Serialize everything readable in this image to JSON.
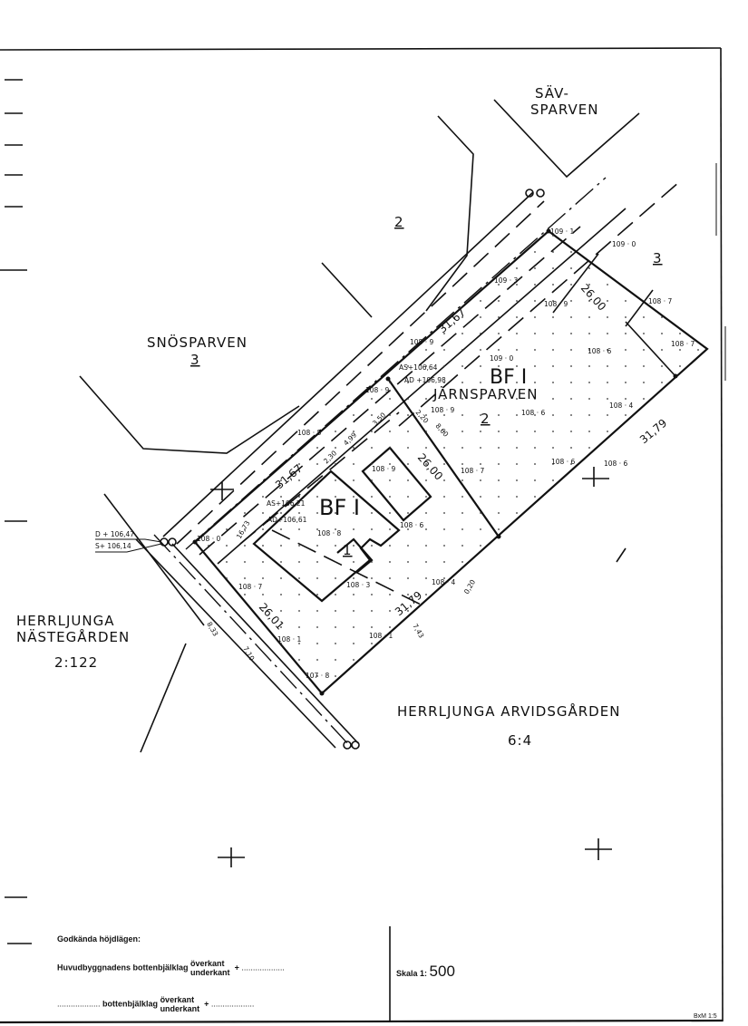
{
  "map": {
    "blocks": {
      "savsparven_1": "SÄV-",
      "savsparven_2": "SPARVEN",
      "block2_top": "2",
      "block3_right": "3",
      "snosparven": "SNÖSPARVEN",
      "snosparven_no": "3",
      "jarnsparven": "JÄRNSPARVEN",
      "jarnsparven_no": "2",
      "bfi_upper": "BF I",
      "bfi_lower": "BF I",
      "nastegarden_1": "HERRLJUNGA",
      "nastegarden_2": "NÄSTEGÅRDEN",
      "nastegarden_3": "2:122",
      "arvidsgarden": "HERRLJUNGA   ARVIDSGÅRDEN",
      "arvidsgarden_no": "6:4",
      "plot_no": "1"
    },
    "dimensions": {
      "d1": "31,67",
      "d2": "26,00",
      "d3": "31,67",
      "d4": "26,00",
      "d5": "31,79",
      "d6": "26,01",
      "d7": "31,79",
      "d8": "3,50",
      "d9": "2,20",
      "d10": "8,60",
      "d11": "2,30",
      "d12": "4,99",
      "d13": "16,73",
      "d14": "8,33",
      "d15": "7,10",
      "d16": "7,43",
      "d17": "0,20"
    },
    "elevations": {
      "e1": "109 · 1",
      "e2": "109 · 0",
      "e3": "109 · 3",
      "e4": "108 · 9",
      "e5": "108 · 7",
      "e6": "108 · 6",
      "e7": "108 · 7",
      "e8": "108 · 9",
      "e9": "109 · 0",
      "e10": "108 · 9",
      "e11": "108 · 6",
      "e12": "108 · 4",
      "e13": "108 · 8",
      "e14": "108 · 9",
      "e15": "108 · 7",
      "e16": "108 · 6",
      "e17": "108 · 6",
      "e18": "108 · 8",
      "e19": "108 · 0",
      "e20": "108 · 7",
      "e21": "108 · 3",
      "e22": "108 · 6",
      "e23": "108 · 4",
      "e24": "108 · 1",
      "e25": "108 · 1",
      "e26": "107 · 8"
    },
    "annotations": {
      "as1": "AS+106,64",
      "ad1": "AD +106,98",
      "as2": "AS+106,21",
      "ad2": "AD+106,61",
      "d_level": "D + 106,47",
      "s_level": "S+ 106,14"
    }
  },
  "legend": {
    "title": "Godkända höjdlägen:",
    "row1_label": "Huvudbyggnadens bottenbjälklag",
    "row2_label": "bottenbjälklag",
    "upper": "överkant",
    "lower": "underkant",
    "plus": "+",
    "dots": "...................",
    "scale_label": "Skala 1:",
    "scale_value": "500",
    "footer_code": "BxM 1:5"
  }
}
